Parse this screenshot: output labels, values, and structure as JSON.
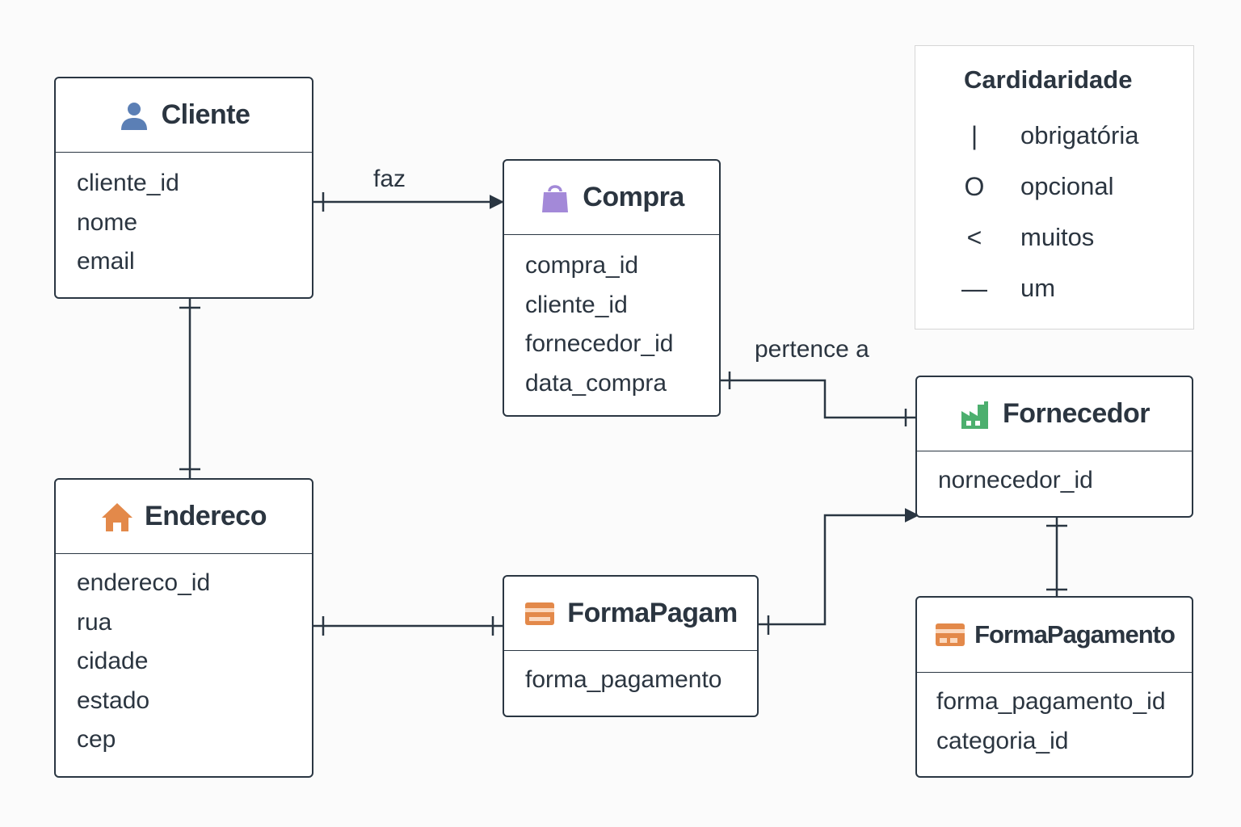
{
  "entities": {
    "cliente": {
      "title": "Cliente",
      "icon": "person-icon",
      "fields": [
        "cliente_id",
        "nome",
        "email"
      ]
    },
    "compra": {
      "title": "Compra",
      "icon": "shopping-bag-icon",
      "fields": [
        "compra_id",
        "cliente_id",
        "fornecedor_id",
        "data_compra"
      ]
    },
    "fornecedor": {
      "title": "Fornecedor",
      "icon": "factory-icon",
      "fields": [
        "nornecedor_id"
      ]
    },
    "endereco": {
      "title": "Endereco",
      "icon": "house-icon",
      "fields": [
        "endereco_id",
        "rua",
        "cidade",
        "estado",
        "cep"
      ]
    },
    "formapagam": {
      "title": "FormaPagam",
      "icon": "credit-card-icon",
      "fields": [
        "forma_pagamento"
      ]
    },
    "formapagamento": {
      "title": "FormaPagamento",
      "icon": "credit-card-icon",
      "fields": [
        "forma_pagamento_id",
        "categoria_id"
      ]
    }
  },
  "relationships": [
    {
      "from": "Cliente",
      "to": "Compra",
      "label": "faz"
    },
    {
      "from": "Compra",
      "to": "Fornecedor",
      "label": "pertence a"
    },
    {
      "from": "Cliente",
      "to": "Endereco",
      "label": ""
    },
    {
      "from": "Endereco",
      "to": "FormaPagam",
      "label": ""
    },
    {
      "from": "FormaPagam",
      "to": "Fornecedor",
      "label": ""
    },
    {
      "from": "Fornecedor",
      "to": "FormaPagamento",
      "label": ""
    }
  ],
  "legend": {
    "title": "Cardidaridade",
    "items": [
      {
        "symbol": "|",
        "label": "obrigatória"
      },
      {
        "symbol": "O",
        "label": "opcional"
      },
      {
        "symbol": "<",
        "label": "muitos"
      },
      {
        "symbol": "—",
        "label": "um"
      }
    ]
  },
  "colors": {
    "line": "#2a3642",
    "person_icon": "#5b7fb5",
    "bag_icon": "#a389d8",
    "factory_icon": "#4caf6e",
    "house_icon": "#e3894a",
    "card_icon": "#e3894a"
  }
}
